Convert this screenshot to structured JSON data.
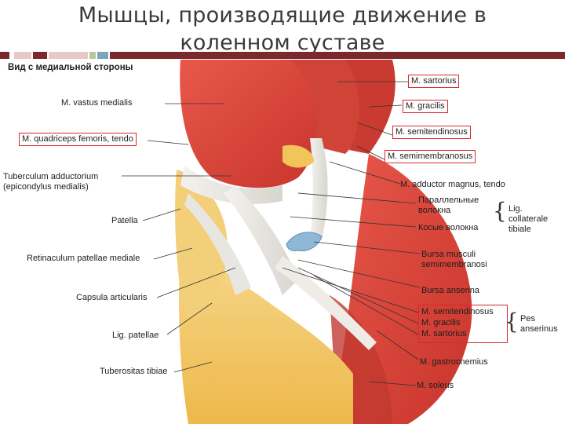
{
  "slide_title_line1": "Мышцы, производящие движение в",
  "slide_title_line2": "коленном суставе",
  "view_label": "Вид с медиальной стороны",
  "labels_left": {
    "vastus_medialis": "M. vastus medialis",
    "quadriceps_tendo": "M. quadriceps femoris, tendo",
    "tuberculum_1": "Tuberculum adductorium",
    "tuberculum_2": "(epicondylus medialis)",
    "patella": "Patella",
    "retinaculum": "Retinaculum patellae mediale",
    "capsula": "Capsula articularis",
    "lig_patellae": "Lig. patellae",
    "tuberositas": "Tuberositas tibiae"
  },
  "labels_right": {
    "sartorius": "M. sartorius",
    "gracilis": "M. gracilis",
    "semitendinosus": "M. semitendinosus",
    "semimembranosus": "M. semimembranosus",
    "adductor_magnus": "M. adductor magnus, tendo",
    "parallel_1": "Параллельные",
    "parallel_2": "волокна",
    "oblique": "Косые волокна",
    "lig_coll_1": "Lig.",
    "lig_coll_2": "collaterale",
    "lig_coll_3": "tibiale",
    "bursa_musculi_1": "Bursa musculi",
    "bursa_musculi_2": "semimembranosi",
    "bursa_anserina": "Bursa anserina",
    "pes_semitendinosus": "M. semitendinosus",
    "pes_gracilis": "M. gracilis",
    "pes_sartorius": "M. sartorius",
    "pes_1": "Pes",
    "pes_2": "anserinus",
    "gastrocnemius": "M. gastrocnemius",
    "soleus": "M. soleus"
  },
  "colors": {
    "stripe_dark": "#7a2a2a",
    "stripe_light": "#e9c8c8",
    "stripe_green": "#b8c89a",
    "stripe_blue": "#7aa6b8",
    "muscle_red": "#d9453a",
    "tendon_white": "#eceae6",
    "fat_yellow": "#f1c55a",
    "highlight_box": "#d9282f"
  }
}
